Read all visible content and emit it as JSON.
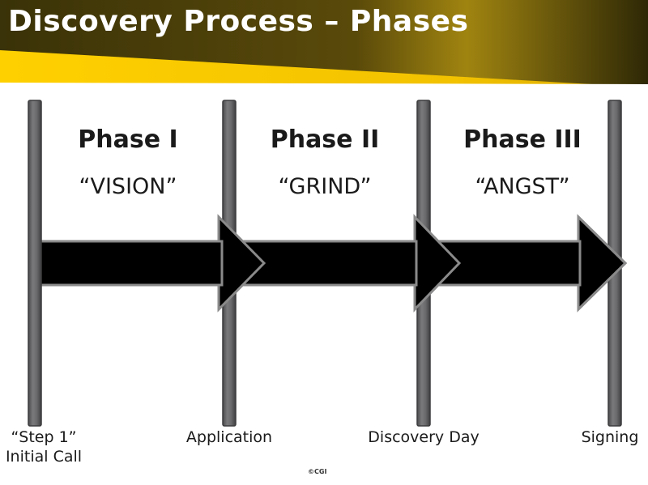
{
  "title": "Discovery Process – Phases",
  "colors": {
    "header_dark": "#3a3208",
    "header_gold": "#a08410",
    "band_yellow": "#f5c400",
    "post_fill": "#6e6e70",
    "post_edge": "#3c3c3e",
    "arrow_fill": "#000000",
    "arrow_edge": "#8a8a8a"
  },
  "phases": [
    {
      "name": "Phase I",
      "quote": "“VISION”"
    },
    {
      "name": "Phase II",
      "quote": "“GRIND”"
    },
    {
      "name": "Phase III",
      "quote": "“ANGST”"
    }
  ],
  "milestones": [
    {
      "line1": "“Step 1”",
      "line2": "Initial Call"
    },
    {
      "line1": "Application"
    },
    {
      "line1": "Discovery Day"
    },
    {
      "line1": "Signing"
    }
  ],
  "copyright": "©CGI"
}
